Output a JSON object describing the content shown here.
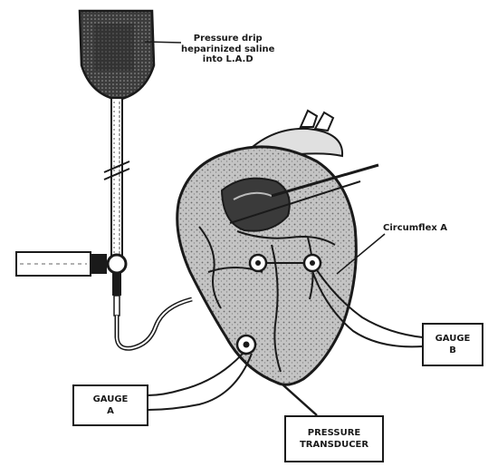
{
  "labels": {
    "pressure_drip_line1": "Pressure drip",
    "pressure_drip_line2": "heparinized saline",
    "pressure_drip_line3": "into L.A.D",
    "circumflex": "Circumflex A"
  },
  "boxes": {
    "gauge_a_line1": "GAUGE",
    "gauge_a_line2": "A",
    "gauge_b_line1": "GAUGE",
    "gauge_b_line2": "B",
    "transducer_line1": "PRESSURE",
    "transducer_line2": "TRANSDUCER"
  },
  "colors": {
    "ink": "#1a1a1a",
    "heart_fill": "#b9b9b9",
    "dark_fill": "#4a4a4a",
    "paper": "#ffffff"
  }
}
